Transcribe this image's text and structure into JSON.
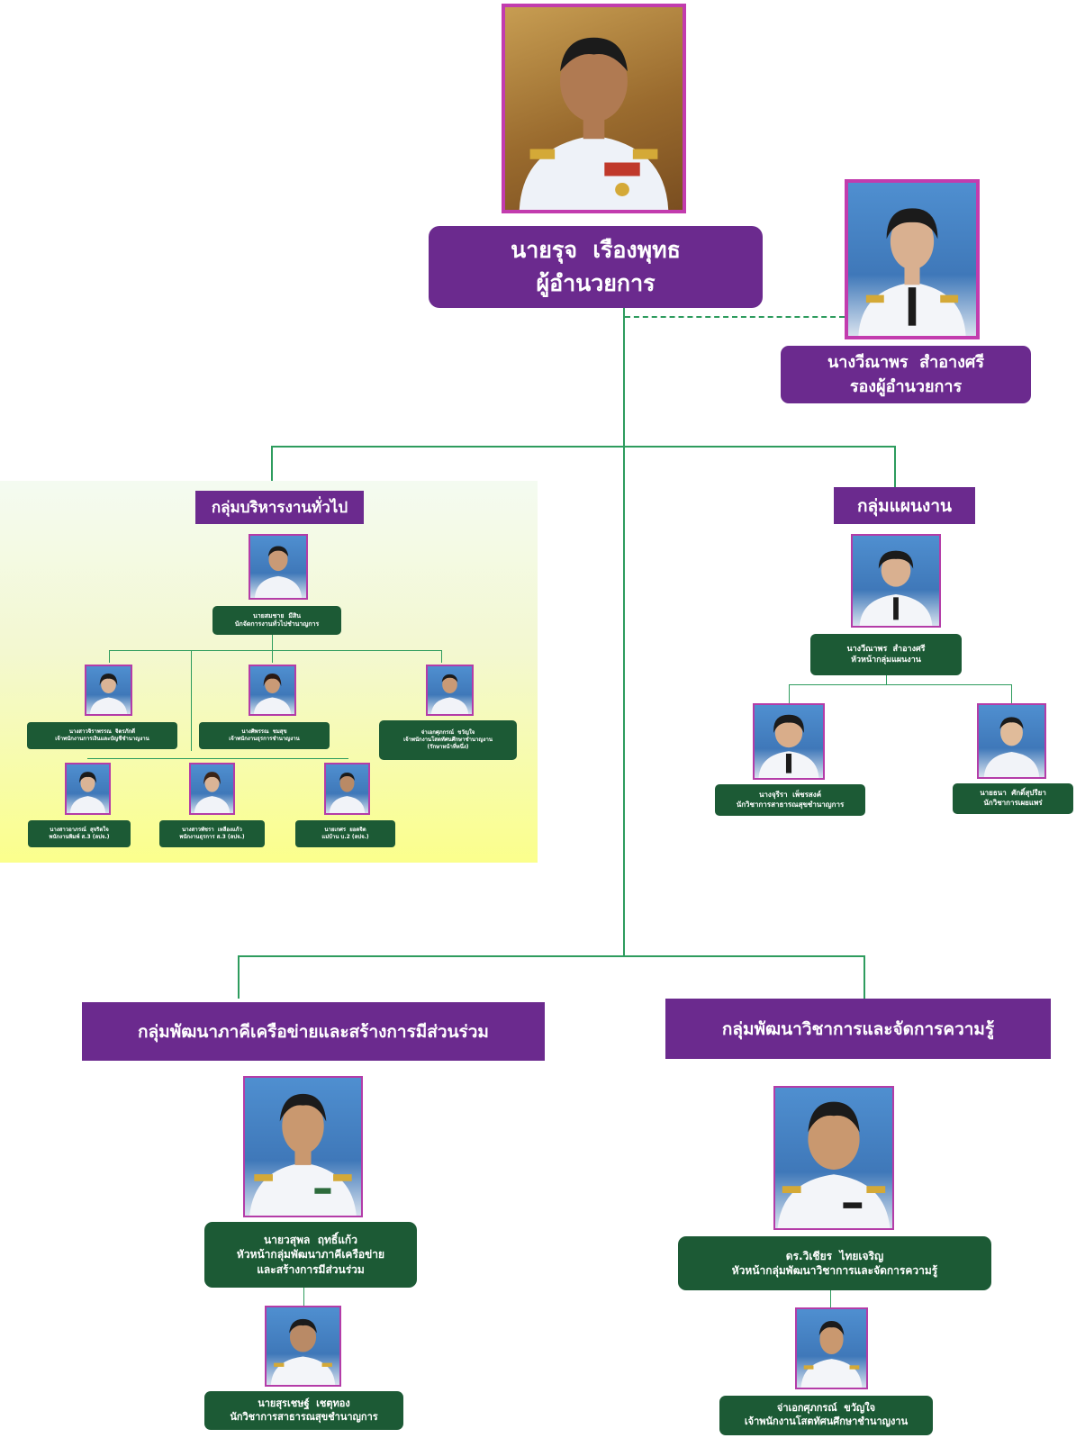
{
  "director": {
    "name": "นายรุจ  เรืองพุทธ",
    "title": "ผู้อำนวยการ"
  },
  "deputy": {
    "name": "นางวีณาพร  สำอางศรี",
    "title": "รองผู้อำนวยการ"
  },
  "groups": {
    "admin": {
      "label": "กลุ่มบริหารงานทั่วไป",
      "head": {
        "name": "นายสมชาย  มีสิน",
        "title": "นักจัดการงานทั่วไปชำนาญการ"
      },
      "members": [
        {
          "name": "นางสาวจิราพรรณ  จิตรภักดี",
          "title": "เจ้าพนักงานการเงินและบัญชีชำนาญงาน"
        },
        {
          "name": "นางศิพรรณ  ชมสุข",
          "title": "เจ้าพนักงานธุรการชำนาญงาน"
        },
        {
          "name": "จ่าเอกศุภกรณ์  ขวัญใจ",
          "title": "เจ้าพนักงานโสตทัศนศึกษาชำนาญงาน",
          "note": "(รักษาหน้าที่หนึ่ง)"
        },
        {
          "name": "นางสาวอาภรณ์  สุจริตใจ",
          "title": "พนักงานพิมพ์ ส.3 (ลปจ.)"
        },
        {
          "name": "นางสาวพัชรา  เหลืองแก้ว",
          "title": "พนักงานธุรการ ส.3 (ลปจ.)"
        },
        {
          "name": "นายเกศร  ยอดจิต",
          "title": "แม่บ้าน บ.2 (ลปจ.)"
        }
      ]
    },
    "plan": {
      "label": "กลุ่มแผนงาน",
      "head": {
        "name": "นางวีณาพร  สำอางศรี",
        "title": "หัวหน้ากลุ่มแผนงาน"
      },
      "members": [
        {
          "name": "นางจุรีรา  เพ็ชรสงค์",
          "title": "นักวิชาการสาธารณสุขชำนาญการ"
        },
        {
          "name": "นายธนา  ศักดิ์สุปรียา",
          "title": "นักวิชาการเผยแพร่"
        }
      ]
    },
    "network": {
      "label": "กลุ่มพัฒนาภาคีเครือข่ายและสร้างการมีส่วนร่วม",
      "head": {
        "name": "นายวสุพล  ฤทธิ์แก้ว",
        "title": "หัวหน้ากลุ่มพัฒนาภาคีเครือข่าย",
        "title2": "และสร้างการมีส่วนร่วม"
      },
      "member": {
        "name": "นายสุรเชษฐ์  เชตุทอง",
        "title": "นักวิชาการสาธารณสุขชำนาญการ"
      }
    },
    "academic": {
      "label": "กลุ่มพัฒนาวิชาการและจัดการความรู้",
      "head": {
        "name": "ดร.วิเชียร  ไทยเจริญ",
        "title": "หัวหน้ากลุ่มพัฒนาวิชาการและจัดการความรู้"
      },
      "member": {
        "name": "จ่าเอกศุภกรณ์  ขวัญใจ",
        "title": "เจ้าพนักงานโสตทัศนศึกษาชำนาญงาน"
      }
    }
  },
  "colors": {
    "box_purple": "#6b2a8e",
    "box_green": "#1c5a35",
    "connector": "#2e9c5e",
    "photo_border": "#c23cae"
  }
}
